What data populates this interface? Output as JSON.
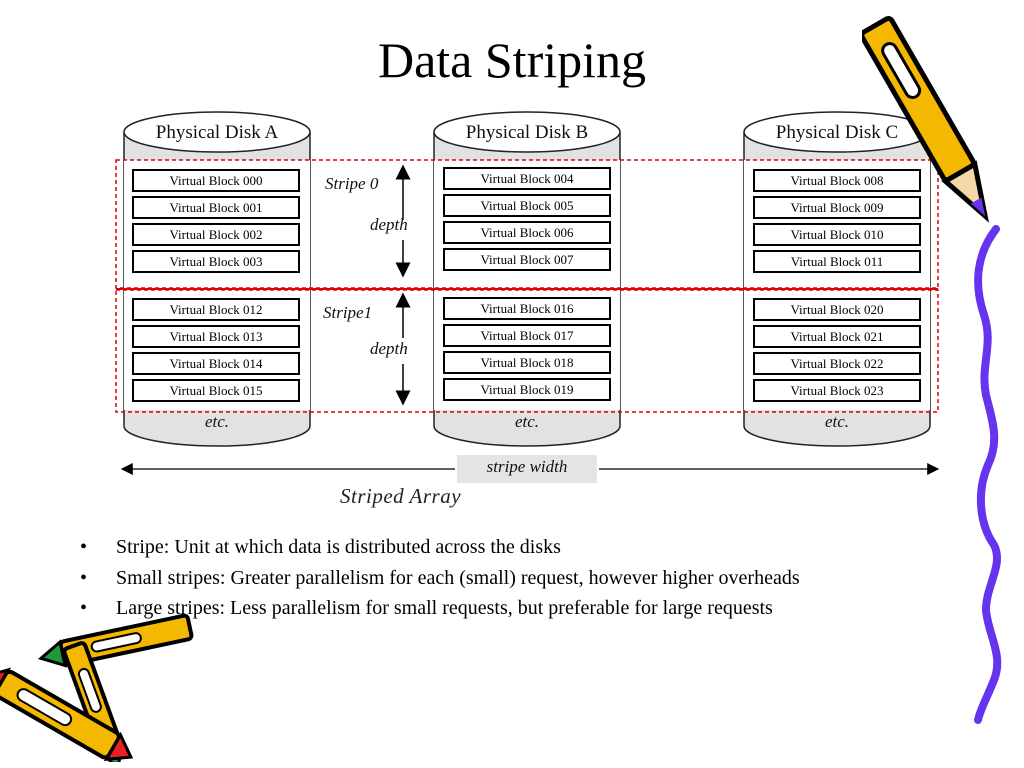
{
  "title": "Data Striping",
  "disks": [
    {
      "label": "Physical Disk A",
      "etc": "etc.",
      "blocks": [
        "Virtual Block 000",
        "Virtual Block 001",
        "Virtual Block 002",
        "Virtual Block 003",
        "Virtual Block 012",
        "Virtual Block 013",
        "Virtual Block 014",
        "Virtual Block 015"
      ]
    },
    {
      "label": "Physical Disk B",
      "etc": "etc.",
      "blocks": [
        "Virtual Block 004",
        "Virtual Block 005",
        "Virtual Block 006",
        "Virtual Block 007",
        "Virtual Block 016",
        "Virtual Block 017",
        "Virtual Block 018",
        "Virtual Block 019"
      ]
    },
    {
      "label": "Physical Disk C",
      "etc": "etc.",
      "blocks": [
        "Virtual Block 008",
        "Virtual Block 009",
        "Virtual Block 010",
        "Virtual Block 011",
        "Virtual Block 020",
        "Virtual Block 021",
        "Virtual Block 022",
        "Virtual Block 023"
      ]
    }
  ],
  "stripes": [
    {
      "label": "Stripe 0",
      "depth": "depth"
    },
    {
      "label": "Stripe1",
      "depth": "depth"
    }
  ],
  "stripe_width_label": "stripe width",
  "array_label": "Striped Array",
  "bullets": [
    "Stripe: Unit at which data is distributed across the disks",
    "Small stripes: Greater parallelism for each (small) request, however higher overheads",
    "Large stripes: Less parallelism for small requests, but preferable for large requests"
  ],
  "bullet_glyph": "•",
  "colors": {
    "stripe_outline": "#e00000",
    "cylinder_fill": "#e2e2e2",
    "squiggle": "#6633ee",
    "pencil_yellow": "#f5b800",
    "pencil_red": "#e82020",
    "pencil_green": "#1e9a3a"
  }
}
